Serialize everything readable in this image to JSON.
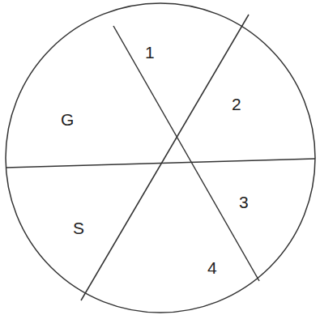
{
  "diagram": {
    "labels": [
      "1",
      "G",
      "2",
      "3",
      "S",
      "4"
    ]
  }
}
